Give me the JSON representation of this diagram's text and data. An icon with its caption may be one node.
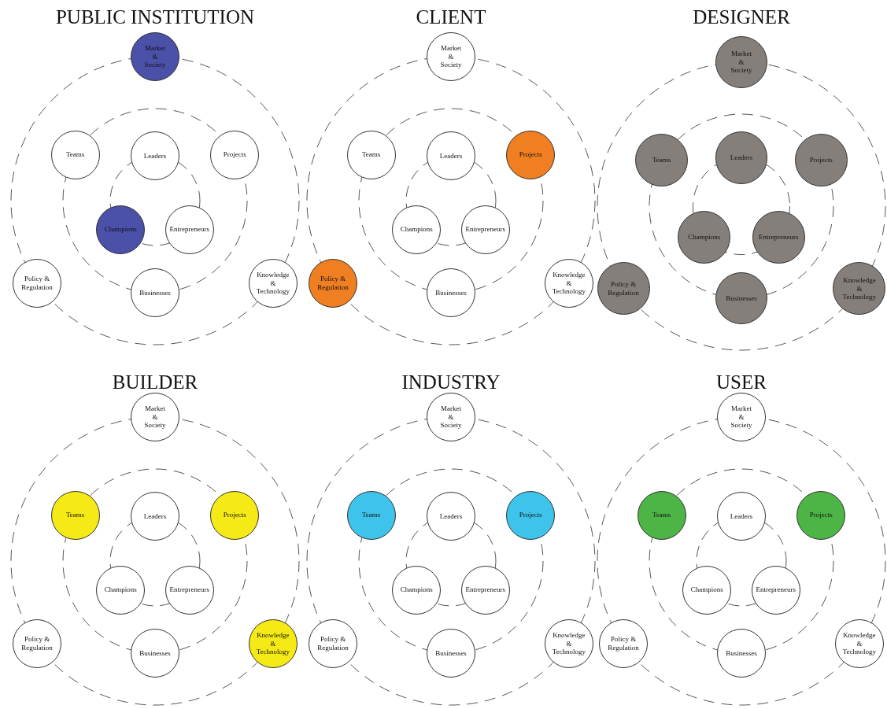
{
  "diagram": {
    "nodes": [
      {
        "text": [
          "Market & Society"
        ]
      },
      {
        "text": [
          "Teams"
        ]
      },
      {
        "text": [
          "Leaders"
        ]
      },
      {
        "text": [
          "Projects"
        ]
      },
      {
        "text": [
          "Champions"
        ]
      },
      {
        "text": [
          "Entrepreneurs"
        ]
      },
      {
        "text": [
          "Policy & Regulation"
        ]
      },
      {
        "text": [
          "Businesses"
        ]
      },
      {
        "text": [
          "Knowledge & Technology"
        ]
      },
      {
        "text": [
          "Market & Society"
        ]
      },
      {
        "text": [
          "Teams"
        ]
      },
      {
        "text": [
          "Leaders"
        ]
      },
      {
        "text": [
          "Projects"
        ]
      },
      {
        "text": [
          "Champions"
        ]
      },
      {
        "text": [
          "Entrepreneurs"
        ]
      },
      {
        "text": [
          "Policy & Regulation"
        ]
      },
      {
        "text": [
          "Businesses"
        ]
      },
      {
        "text": [
          "Knowledge & Technology"
        ]
      },
      {
        "text": [
          "Market & Society"
        ]
      },
      {
        "text": [
          "Teams"
        ]
      },
      {
        "text": [
          "Leaders"
        ]
      },
      {
        "text": [
          "Projects"
        ]
      },
      {
        "text": [
          "Champions"
        ]
      },
      {
        "text": [
          "Entrepreneurs"
        ]
      },
      {
        "text": [
          "Policy & Regulation"
        ]
      },
      {
        "text": [
          "Businesses"
        ]
      },
      {
        "text": [
          "Knowledge & Technology"
        ]
      },
      {
        "text": [
          "Market & Society"
        ]
      },
      {
        "text": [
          "Teams"
        ]
      },
      {
        "text": [
          "Leaders"
        ]
      },
      {
        "text": [
          "Projects"
        ]
      },
      {
        "text": [
          "Champions"
        ]
      },
      {
        "text": [
          "Entrepreneurs"
        ]
      },
      {
        "text": [
          "Policy & Regulation"
        ]
      },
      {
        "text": [
          "Businesses"
        ]
      },
      {
        "text": [
          "Knowledge & Technology"
        ]
      },
      {
        "text": [
          "Market & Society"
        ]
      },
      {
        "text": [
          "Teams"
        ]
      },
      {
        "text": [
          "Leaders"
        ]
      },
      {
        "text": [
          "Projects"
        ]
      },
      {
        "text": [
          "Champions"
        ]
      },
      {
        "text": [
          "Entrepreneurs"
        ]
      },
      {
        "text": [
          "Policy & Regulation"
        ]
      },
      {
        "text": [
          "Businesses"
        ]
      },
      {
        "text": [
          "Knowledge & Technology"
        ]
      },
      {
        "text": [
          "Market & Society"
        ]
      },
      {
        "text": [
          "Teams"
        ]
      },
      {
        "text": [
          "Leaders"
        ]
      },
      {
        "text": [
          "Projects"
        ]
      },
      {
        "text": [
          "Champions"
        ]
      },
      {
        "text": [
          "Entrepreneurs"
        ]
      },
      {
        "text": [
          "Policy & Regulation"
        ]
      },
      {
        "text": [
          "Businesses"
        ]
      },
      {
        "text": [
          "Knowledge & Technology"
        ]
      }
    ],
    "labels": [
      "PUBLIC INSTITUTION",
      "CLIENT",
      "DESIGNER",
      "BUILDER",
      "INDUSTRY",
      "USER"
    ]
  }
}
